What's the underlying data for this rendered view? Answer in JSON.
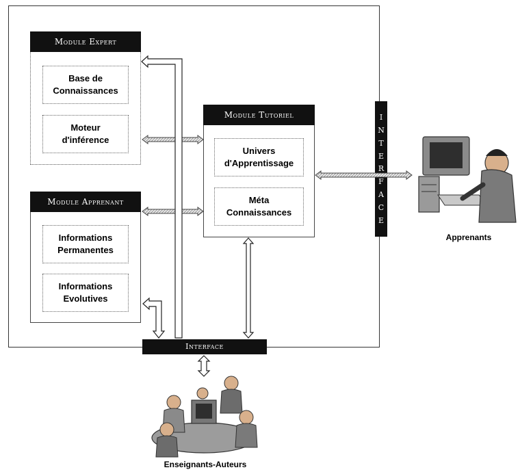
{
  "modules": {
    "expert": {
      "title": "Module Expert",
      "items": [
        "Base de\nConnaissances",
        "Moteur\nd'inférence"
      ]
    },
    "apprenant": {
      "title": "Module Apprenant",
      "items": [
        "Informations\nPermanentes",
        "Informations\nEvolutives"
      ]
    },
    "tutoriel": {
      "title": "Module Tutoriel",
      "items": [
        "Univers\nd'Apprentissage",
        "Méta\nConnaissances"
      ]
    }
  },
  "interfaces": {
    "vertical_letters": [
      "I",
      "N",
      "T",
      "E",
      "R",
      "F",
      "A",
      "C",
      "E"
    ],
    "bottom": "Interface"
  },
  "actors": {
    "learners": "Apprenants",
    "authors": "Enseignants-Auteurs"
  }
}
